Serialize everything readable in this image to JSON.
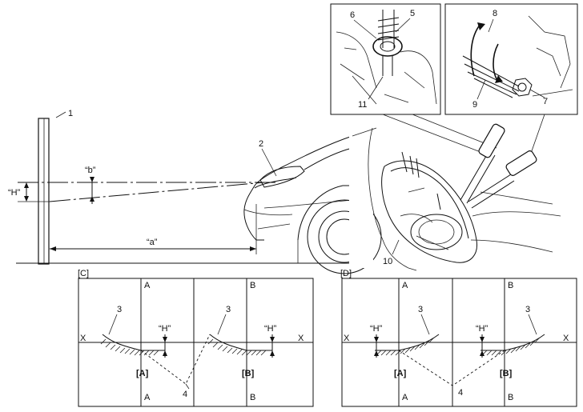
{
  "callouts": {
    "n1": "1",
    "n2": "2",
    "n5": "5",
    "n6": "6",
    "n7": "7",
    "n8": "8",
    "n9": "9",
    "n10": "10",
    "n11": "11"
  },
  "side_view": {
    "h_label": "“H”",
    "b_label": "“b”",
    "a_label": "“a”"
  },
  "panel_c": {
    "title": "[C]",
    "axis_a_top": "A",
    "axis_a_bottom": "A",
    "axis_b_top": "B",
    "axis_b_bottom": "B",
    "axis_x_left": "X",
    "axis_x_right": "X",
    "label_3_left": "3",
    "label_3_right": "3",
    "h_left": "“H”",
    "h_right": "“H”",
    "spot_a": "[A]",
    "spot_b": "[B]",
    "label_4": "4"
  },
  "panel_d": {
    "title": "[D]",
    "axis_a_top": "A",
    "axis_a_bottom": "A",
    "axis_b_top": "B",
    "axis_b_bottom": "B",
    "axis_x_left": "X",
    "axis_x_right": "X",
    "label_3_left": "3",
    "label_3_right": "3",
    "h_left": "“H”",
    "h_right": "“H”",
    "spot_a": "[A]",
    "spot_b": "[B]",
    "label_4": "4"
  }
}
